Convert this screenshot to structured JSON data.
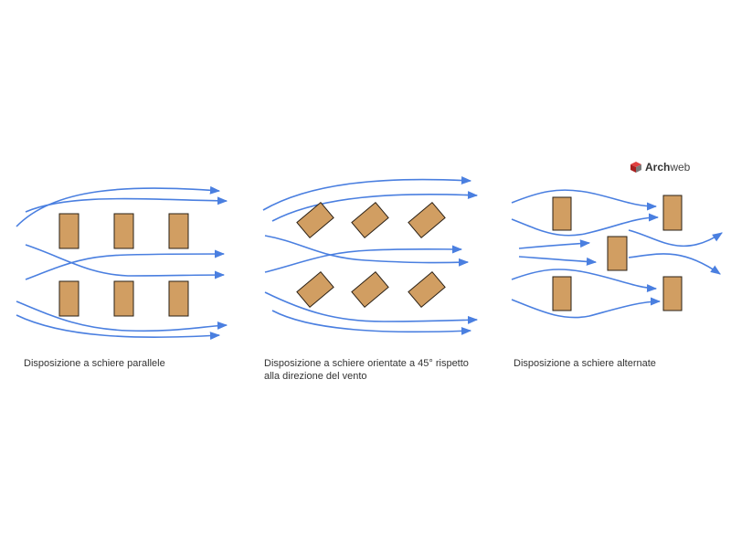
{
  "captions": {
    "parallel": "Disposizione a schiere parallele",
    "rotated_line1": "Disposizione a schiere orientate a 45° rispetto",
    "rotated_line2": "alla direzione del vento",
    "alternate": "Disposizione a schiere alternate"
  },
  "logo": {
    "brand_bold": "Arch",
    "brand_rest": "web",
    "icon": "cube-logo-icon"
  },
  "colors": {
    "flow_arrow": "#4a7fe0",
    "building_fill": "#d19e62",
    "building_stroke": "#2a2015",
    "logo_red": "#cc2a2a"
  }
}
